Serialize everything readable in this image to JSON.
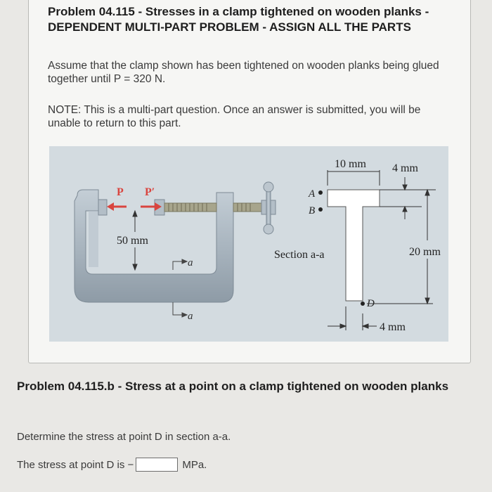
{
  "problem": {
    "title": "Problem 04.115 - Stresses in a clamp tightened on wooden planks - DEPENDENT MULTI-PART PROBLEM - ASSIGN ALL THE PARTS",
    "assume_text": "Assume that the clamp shown has been tightened on wooden planks being glued together until P = 320 N.",
    "note_text": "NOTE: This is a multi-part question. Once an answer is submitted, you will be unable to return to this part."
  },
  "figure": {
    "label_P": "P",
    "label_P_prime": "P′",
    "dim_50mm": "50 mm",
    "label_a_top": "a",
    "label_a_bottom": "a",
    "dim_10mm": "10 mm",
    "dim_4mm_top": "4 mm",
    "point_A": "A",
    "point_B": "B",
    "section_label": "Section a-a",
    "dim_20mm": "20 mm",
    "point_D": "D",
    "dim_4mm_bottom": "4 mm"
  },
  "part_b": {
    "title": "Problem 04.115.b - Stress at a point on a clamp tightened on wooden planks",
    "question": "Determine the stress at point D in section a-a.",
    "answer_prefix": "The stress at point D is −",
    "answer_value": "",
    "answer_unit": "MPa."
  }
}
